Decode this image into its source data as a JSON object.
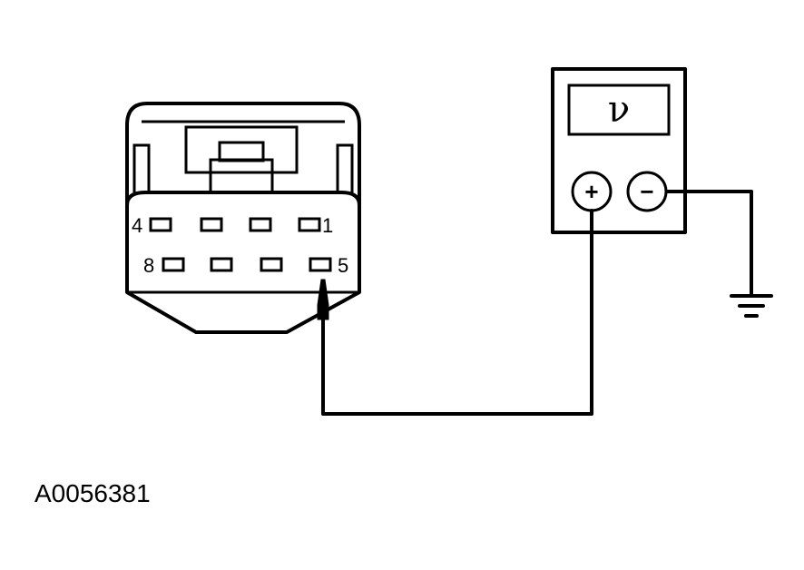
{
  "connector": {
    "pin_labels": {
      "pin4": "4",
      "pin1": "1",
      "pin8": "8",
      "pin5": "5"
    }
  },
  "meter": {
    "display_symbol": "ν",
    "positive_symbol": "+",
    "negative_symbol": "−"
  },
  "figure_id": "A0056381"
}
